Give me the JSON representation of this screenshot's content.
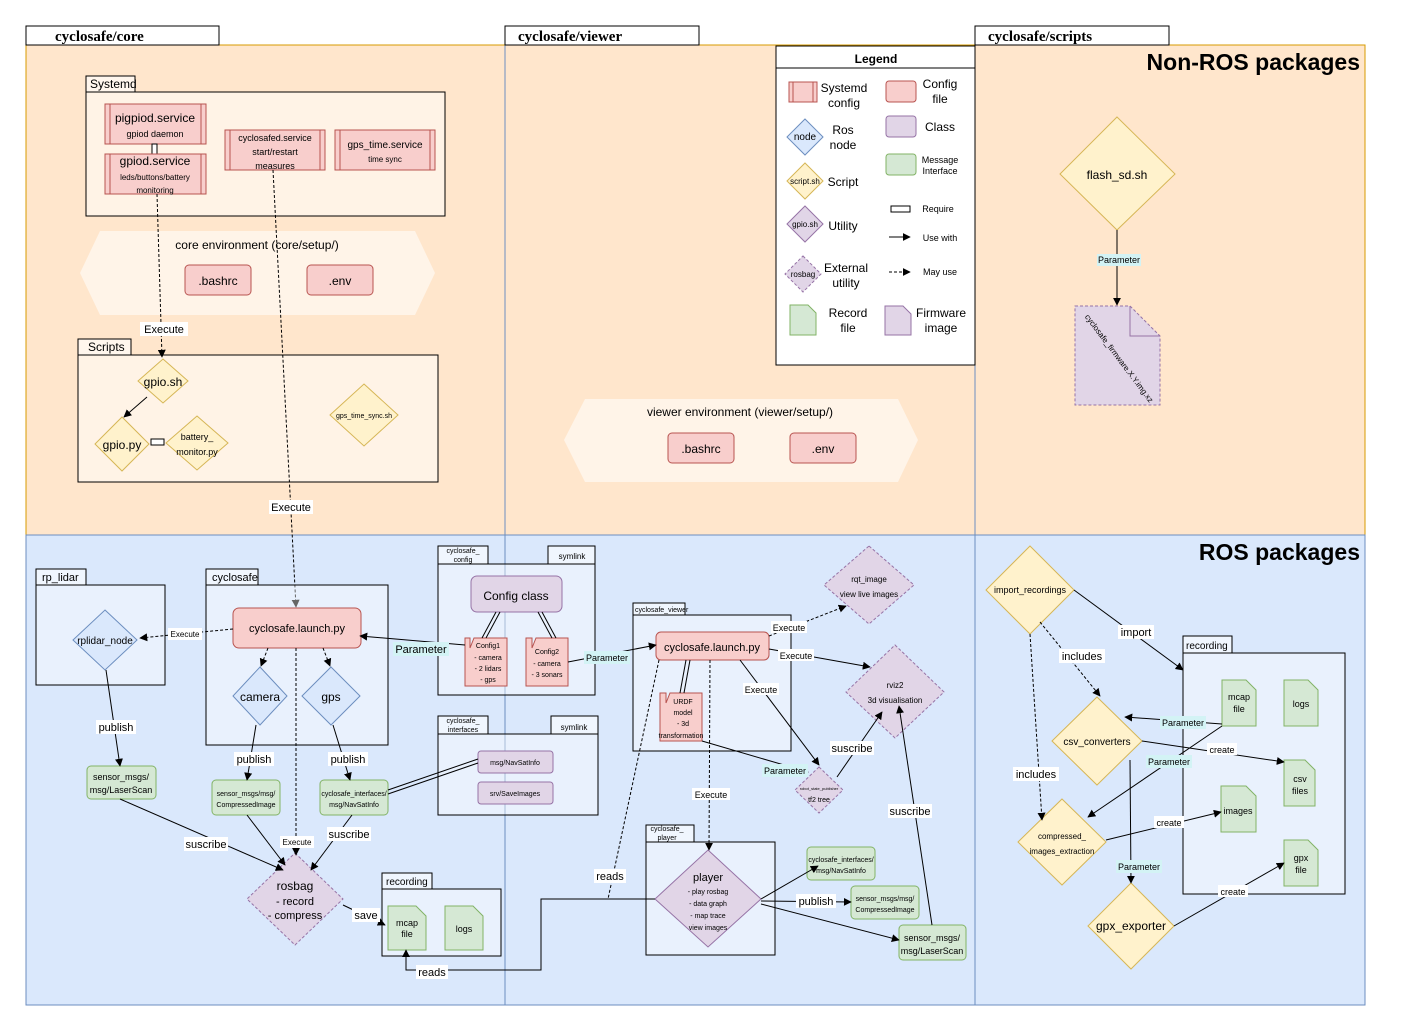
{
  "columns": {
    "core": "cyclosafe/core",
    "viewer": "cyclosafe/viewer",
    "scripts": "cyclosafe/scripts"
  },
  "sections": {
    "non_ros": "Non-ROS packages",
    "ros": "ROS packages"
  },
  "legend": {
    "title": "Legend",
    "systemd": [
      "Systemd",
      "config"
    ],
    "config_file": [
      "Config",
      "file"
    ],
    "node_shape": "node",
    "ros_node": [
      "Ros",
      "node"
    ],
    "class": "Class",
    "message": [
      "Message",
      "Interface"
    ],
    "script_shape": "script.sh",
    "script": "Script",
    "require": "Require",
    "utility_shape": "gpio.sh",
    "utility": "Utility",
    "use_with": "Use with",
    "rosbag_shape": "rosbag",
    "external": [
      "External",
      "utility"
    ],
    "may_use": "May use",
    "record": [
      "Record",
      "file"
    ],
    "firmware": [
      "Firmware",
      "image"
    ]
  },
  "core": {
    "systemd_tab": "Systemd",
    "pigpiod": [
      "pigpiod.service",
      "gpiod daemon"
    ],
    "gpiod": [
      "gpiod.service",
      "leds/buttons/battery",
      "monitoring"
    ],
    "cyclosafed": [
      "cyclosafed.service",
      "start/restart",
      "measures"
    ],
    "gps_time": [
      "gps_time.service",
      "time sync"
    ],
    "env_title": "core environment (core/setup/)",
    "bashrc": ".bashrc",
    "env": ".env",
    "scripts_tab": "Scripts",
    "gpio_sh": "gpio.sh",
    "gpio_py": "gpio.py",
    "battery": [
      "battery_",
      "monitor.py"
    ],
    "gps_sync": "gps_time_sync.sh",
    "execute": "Execute"
  },
  "viewer": {
    "env_title": "viewer environment (viewer/setup/)",
    "bashrc": ".bashrc",
    "env": ".env"
  },
  "scripts": {
    "flash": "flash_sd.sh",
    "parameter": "Parameter",
    "firmware": "cyclosafe_firmware.X.Y.img.xz"
  },
  "ros": {
    "rp_lidar_tab": "rp_lidar",
    "rplidar_node": "rplidar_node",
    "cyclosafe_tab": "cyclosafe",
    "launch": "cyclosafe.launch.py",
    "camera": "camera",
    "gps": "gps",
    "config_tab": [
      "cyclosafe_",
      "config"
    ],
    "symlink": "symlink",
    "config_class": "Config class",
    "config1": [
      "Config1",
      "- camera",
      "- 2 lidars",
      "- gps"
    ],
    "config2": [
      "Config2",
      "- camera",
      "- 3 sonars"
    ],
    "interfaces_tab": [
      "cyclosafe_",
      "interfaces"
    ],
    "navsat": "msg/NavSatInfo",
    "saveimages": "srv/SaveImages",
    "laserscan": [
      "sensor_msgs/",
      "msg/LaserScan"
    ],
    "compressed": [
      "sensor_msgs/msg/",
      "CompressedImage"
    ],
    "navsatinfo": [
      "cyclosafe_interfaces/",
      "msg/NavSatInfo"
    ],
    "rosbag": [
      "rosbag",
      "- record",
      "- compress"
    ],
    "recording_tab": "recording",
    "mcap": [
      "mcap",
      "file"
    ],
    "logs": "logs",
    "viewer_tab": "cyclosafe_viewer",
    "viewer_launch": "cyclosafe.launch.py",
    "urdf": [
      "URDF",
      "model",
      "- 3d",
      "transformation"
    ],
    "rqt": [
      "rqt_image",
      "view live images"
    ],
    "rviz": [
      "rviz2",
      "3d  visualisation"
    ],
    "rsp": [
      "robot_state_publisher",
      "tf2 tree"
    ],
    "player_tab": [
      "cyclosafe_",
      "player"
    ],
    "player": [
      "player",
      "- play rosbag",
      "- data graph",
      "- map trace",
      "view images"
    ],
    "p_navsat": [
      "cyclosafe_interfaces/",
      "msg/NavSatInfo"
    ],
    "p_compressed": [
      "sensor_msgs/msg/",
      "CompressedImage"
    ],
    "p_laser": [
      "sensor_msgs/",
      "msg/LaserScan"
    ],
    "import_rec": "import_recordings",
    "csv_conv": "csv_converters",
    "compressed_ext": [
      "compressed_",
      "images_extraction"
    ],
    "gpx_exporter": "gpx_exporter",
    "rec_tab": "recording",
    "s_mcap": [
      "mcap",
      "file"
    ],
    "s_logs": "logs",
    "csv": [
      "csv",
      "files"
    ],
    "images": "images",
    "gpx": [
      "gpx",
      "file"
    ]
  },
  "edges": {
    "execute": "Execute",
    "parameter": "Parameter",
    "publish": "publish",
    "suscribe": "suscribe",
    "save": "save",
    "reads": "reads",
    "import": "import",
    "includes": "includes",
    "create": "create"
  },
  "colors": {
    "non_ros_bg": "#ffe6cc",
    "ros_bg": "#dae8fc",
    "red_fill": "#f8cecc",
    "red_stroke": "#b85450",
    "blue_fill": "#dae8fc",
    "blue_stroke": "#6c8ebf",
    "yellow_fill": "#fff2cc",
    "yellow_stroke": "#d6b656",
    "purple_fill": "#e1d5e7",
    "purple_stroke": "#9673a6",
    "green_fill": "#d5e8d4",
    "green_stroke": "#82b366",
    "edge_label_bg": "#d3f3f5"
  }
}
